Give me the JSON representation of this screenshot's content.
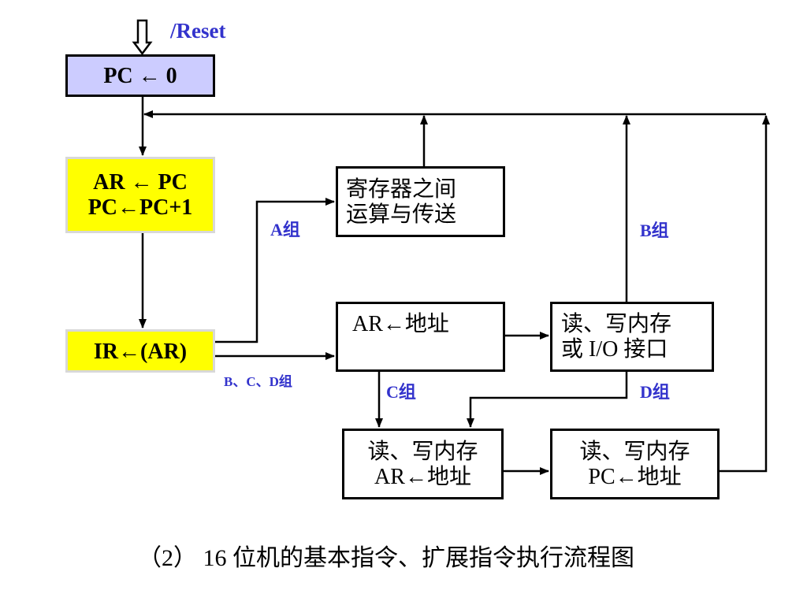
{
  "reset_label": "/Reset",
  "boxes": {
    "pc_reset": [
      "PC ← 0"
    ],
    "fetch": [
      "AR ← PC",
      "PC←PC+1"
    ],
    "decode": [
      "IR←(AR)"
    ],
    "reg_ops": [
      "寄存器之间",
      "运算与传送"
    ],
    "ar_addr": [
      "AR←地址"
    ],
    "rw_mem_io": [
      "读、写内存",
      "或 I/O 接口"
    ],
    "rw_mem_ar": [
      "读、写内存",
      "AR←地址"
    ],
    "rw_mem_pc": [
      "读、写内存",
      "PC←地址"
    ]
  },
  "group_labels": {
    "a": "A组",
    "b": "B组",
    "bcd": "B、C、D组",
    "c": "C组",
    "d": "D组"
  },
  "caption": "（2） 16 位机的基本指令、扩展指令执行流程图",
  "colors": {
    "reset_box": "#ccccff",
    "highlight_box": "#ffff00",
    "label_blue": "#3333cc",
    "line": "#000000"
  }
}
